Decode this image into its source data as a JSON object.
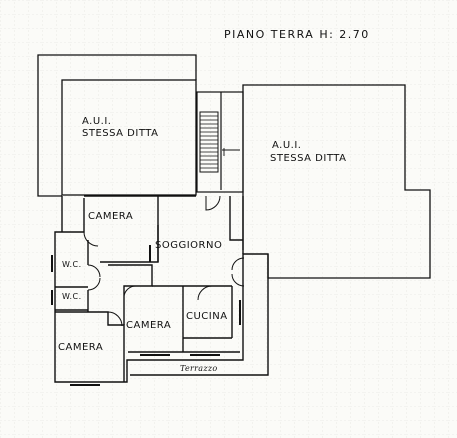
{
  "title": "PIANO  TERRA H: 2.70",
  "units": {
    "left": {
      "line1": "A.U.I.",
      "line2": "STESSA DITTA"
    },
    "right": {
      "line1": "A.U.I.",
      "line2": "STESSA DITTA"
    }
  },
  "rooms": {
    "camera_top": "CAMERA",
    "soggiorno": "SOGGIORNO",
    "wc_1": "W.C.",
    "wc_2": "W.C.",
    "camera_center": "CAMERA",
    "cucina": "CUCINA",
    "camera_bottom": "CAMERA",
    "terrazzo": "Terrazzo"
  },
  "colors": {
    "ink": "#111111",
    "grid": "#dcdcd6",
    "paper": "#fbfbf8"
  }
}
